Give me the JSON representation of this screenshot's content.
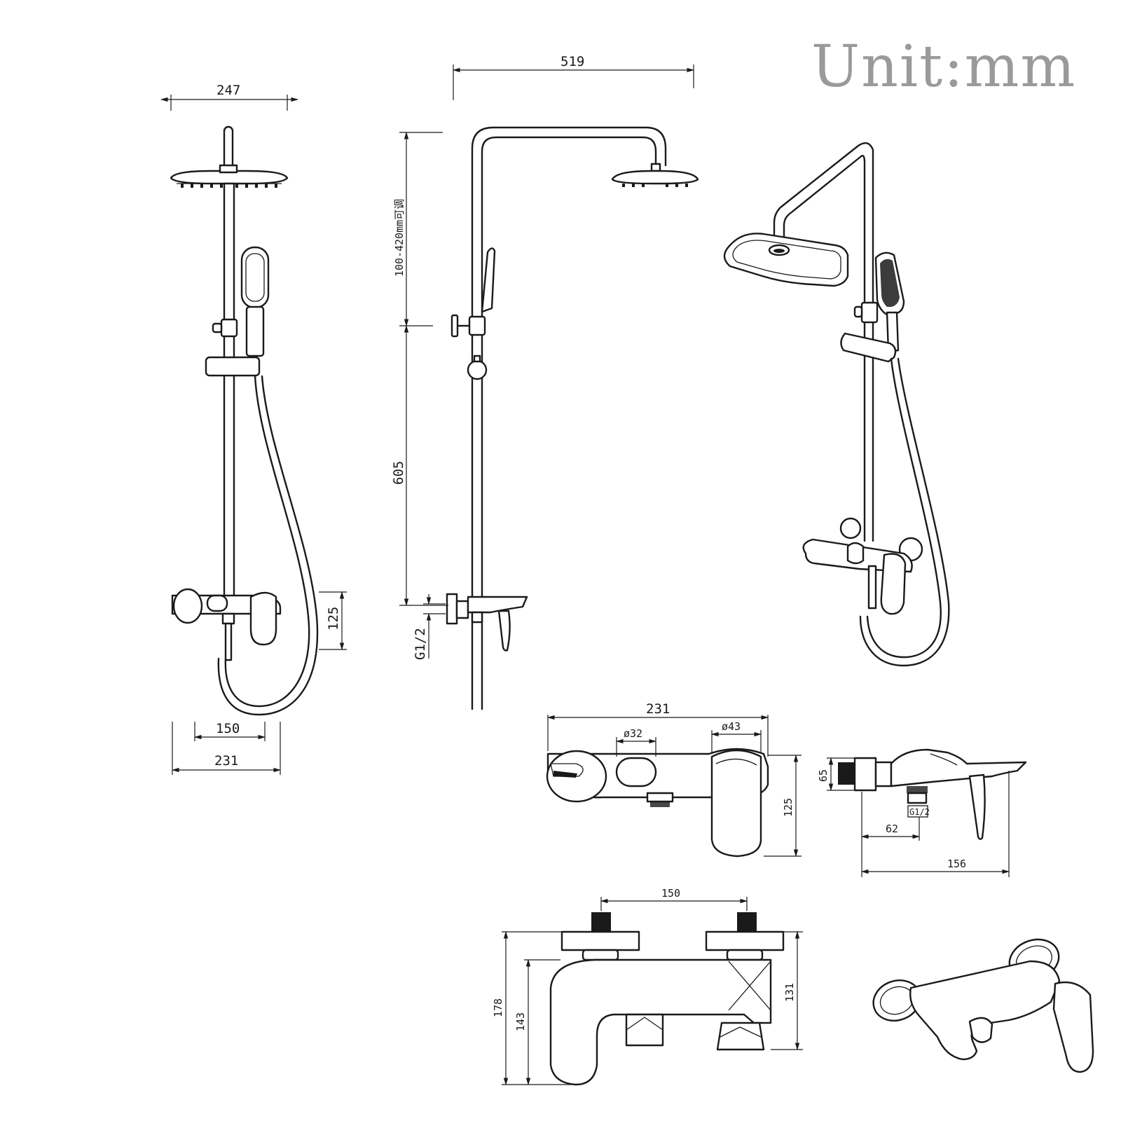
{
  "title": "Unit:mm",
  "dimensions": {
    "front_head_width": "247",
    "front_outlet_spacing": "150",
    "front_mixer_width": "231",
    "front_mixer_height": "125",
    "side_arm_length": "519",
    "side_adjustable": "100-420mm可调",
    "side_bar_height": "605",
    "side_inlet_thread": "G1/2",
    "mixer_front_width": "231",
    "mixer_diverter_dia": "ø32",
    "mixer_handle_dia": "ø43",
    "mixer_front_height": "125",
    "mixer_side_65": "65",
    "mixer_side_thread": "G1/2",
    "mixer_side_62": "62",
    "mixer_side_depth": "156",
    "mixer_top_spacing": "150",
    "mixer_top_178": "178",
    "mixer_top_143": "143",
    "mixer_top_131": "131"
  }
}
